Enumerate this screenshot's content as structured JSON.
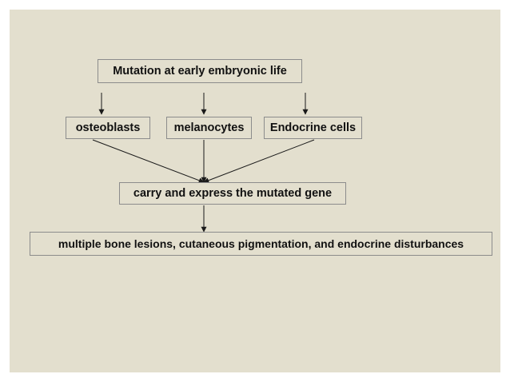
{
  "diagram": {
    "nodes": {
      "mutation": "Mutation at early embryonic life",
      "osteoblasts": "osteoblasts",
      "melanocytes": "melanocytes",
      "endocrine": "Endocrine cells",
      "carry": "carry and express the mutated gene",
      "outcome": "multiple bone lesions, cutaneous pigmentation, and endocrine disturbances"
    },
    "edges": [
      {
        "from": "mutation",
        "to": "osteoblasts"
      },
      {
        "from": "mutation",
        "to": "melanocytes"
      },
      {
        "from": "mutation",
        "to": "endocrine"
      },
      {
        "from": "osteoblasts",
        "to": "carry"
      },
      {
        "from": "melanocytes",
        "to": "carry"
      },
      {
        "from": "endocrine",
        "to": "carry"
      },
      {
        "from": "carry",
        "to": "outcome"
      }
    ]
  },
  "colors": {
    "background": "#e3dfce",
    "border": "#8c8c8c",
    "arrow": "#1a1a1a",
    "text": "#111111"
  }
}
